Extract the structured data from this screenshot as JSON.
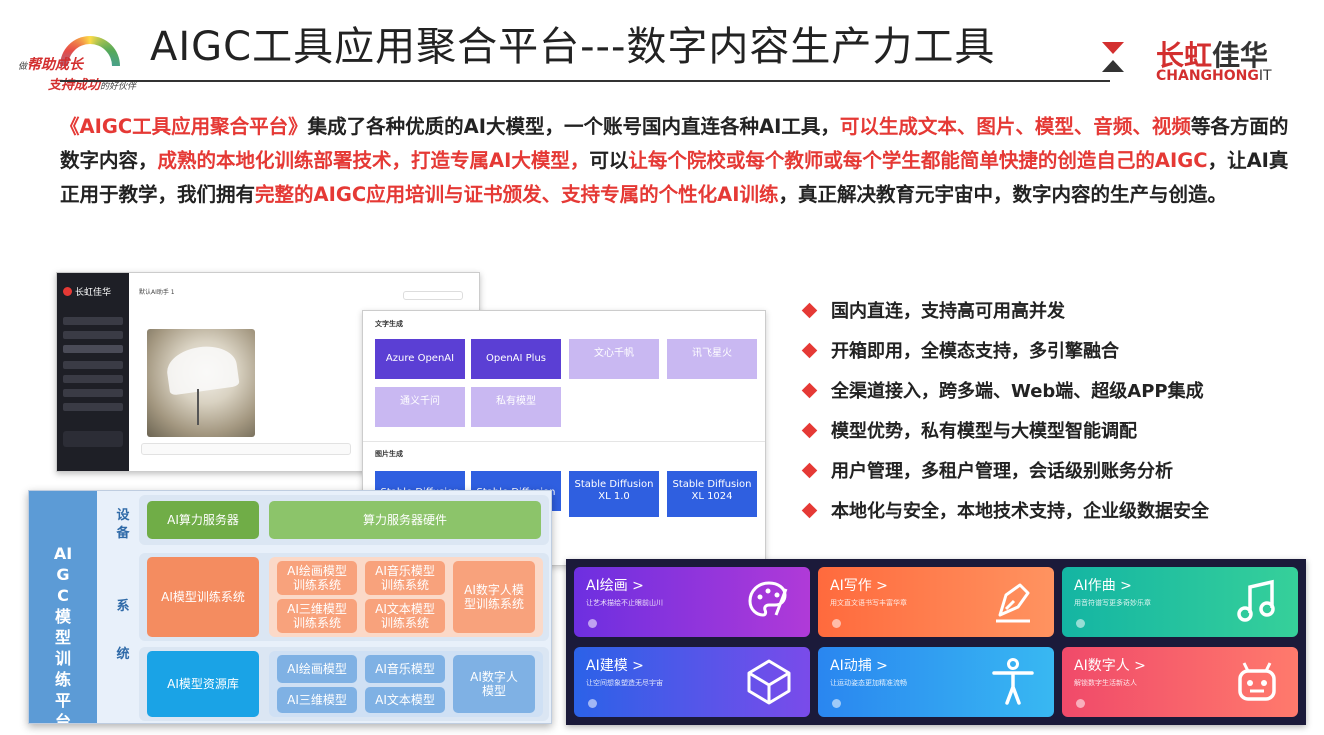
{
  "header": {
    "title": "AIGC工具应用聚合平台---数字内容生产力工具",
    "slogan_left_line1_small": "做",
    "slogan_left_line1": "帮助成长",
    "slogan_left_line2": "支持成功",
    "slogan_left_line2_small": "的好伙伴",
    "brand_cn_red": "长虹",
    "brand_cn_dark": "佳华",
    "brand_en_red": "CHANGHONG",
    "brand_en_dark": "IT"
  },
  "intro": {
    "p1": "《AIGC工具应用聚合平台》",
    "p2": "集成了各种优质的AI大模型，一个账号国内直连各种AI工具，",
    "p3": "可以生成文本、图片、模型、音频、视频",
    "p4": "等各方面的数字内容，",
    "p5": "成熟的本地化训练部署技术，打造专属AI大模型，",
    "p6": "可以",
    "p7": "让每个院校或每个教师或每个学生都能简单快捷的创造自己的AIGC",
    "p8": "，让AI真正用于教学，我们拥有",
    "p9": "完整的AIGC应用培训与证书颁发、支持专属的个性化AI训练",
    "p10": "，真正解决教育元宇宙中，数字内容的生产与创造。"
  },
  "shot1": {
    "brand": "长虹佳华",
    "title": "默认AI助手 1"
  },
  "shot2": {
    "section_text": "文字生成",
    "section_image": "图片生成",
    "text_tiles": [
      {
        "label": "Azure OpenAI",
        "style": "dark"
      },
      {
        "label": "OpenAI Plus",
        "style": "dark"
      },
      {
        "label": "文心千帆",
        "style": "light"
      },
      {
        "label": "讯飞星火",
        "style": "light"
      },
      {
        "label": "通义千问",
        "style": "light"
      },
      {
        "label": "私有模型",
        "style": "light"
      }
    ],
    "image_tiles": [
      {
        "label": "Stable Diffusion"
      },
      {
        "label": "Stable Diffusion"
      },
      {
        "label": "Stable Diffusion XL 1.0"
      },
      {
        "label": "Stable Diffusion XL 1024"
      }
    ]
  },
  "arch": {
    "side_label": "AIGC模型训练平台",
    "cat_device": "设备",
    "cat_system_1": "系",
    "cat_system_2": "统",
    "device_a": "AI算力服务器",
    "device_b": "算力服务器硬件",
    "train_system": "AI模型训练系统",
    "train_items": [
      "AI绘画模型训练系统",
      "AI音乐模型训练系统",
      "AI三维模型训练系统",
      "AI文本模型训练系统",
      "AI数字人模型训练系统"
    ],
    "resource_lib": "AI模型资源库",
    "resource_items": [
      "AI绘画模型",
      "AI音乐模型",
      "AI三维模型",
      "AI文本模型",
      "AI数字人模型"
    ]
  },
  "bullets": [
    "国内直连，支持高可用高并发",
    "开箱即用，全模态支持，多引擎融合",
    "全渠道接入，跨多端、Web端、超级APP集成",
    "模型优势，私有模型与大模型智能调配",
    "用户管理，多租户管理，会话级别账务分析",
    "本地化与安全，本地技术支持，企业级数据安全"
  ],
  "cards": [
    {
      "title": "AI绘画 >",
      "sub": "让艺术描绘不止眼前山川",
      "icon": "palette-icon"
    },
    {
      "title": "AI写作 >",
      "sub": "用文直文语书写丰富华章",
      "icon": "pen-icon"
    },
    {
      "title": "AI作曲 >",
      "sub": "用音符谱写更多奇妙乐章",
      "icon": "music-note-icon"
    },
    {
      "title": "AI建模 >",
      "sub": "让空间想象塑造无尽宇宙",
      "icon": "cube-icon"
    },
    {
      "title": "AI动捕 >",
      "sub": "让运动姿态更加精准流畅",
      "icon": "dancer-icon"
    },
    {
      "title": "AI数字人 >",
      "sub": "解锁数字生活新达人",
      "icon": "robot-icon"
    }
  ]
}
